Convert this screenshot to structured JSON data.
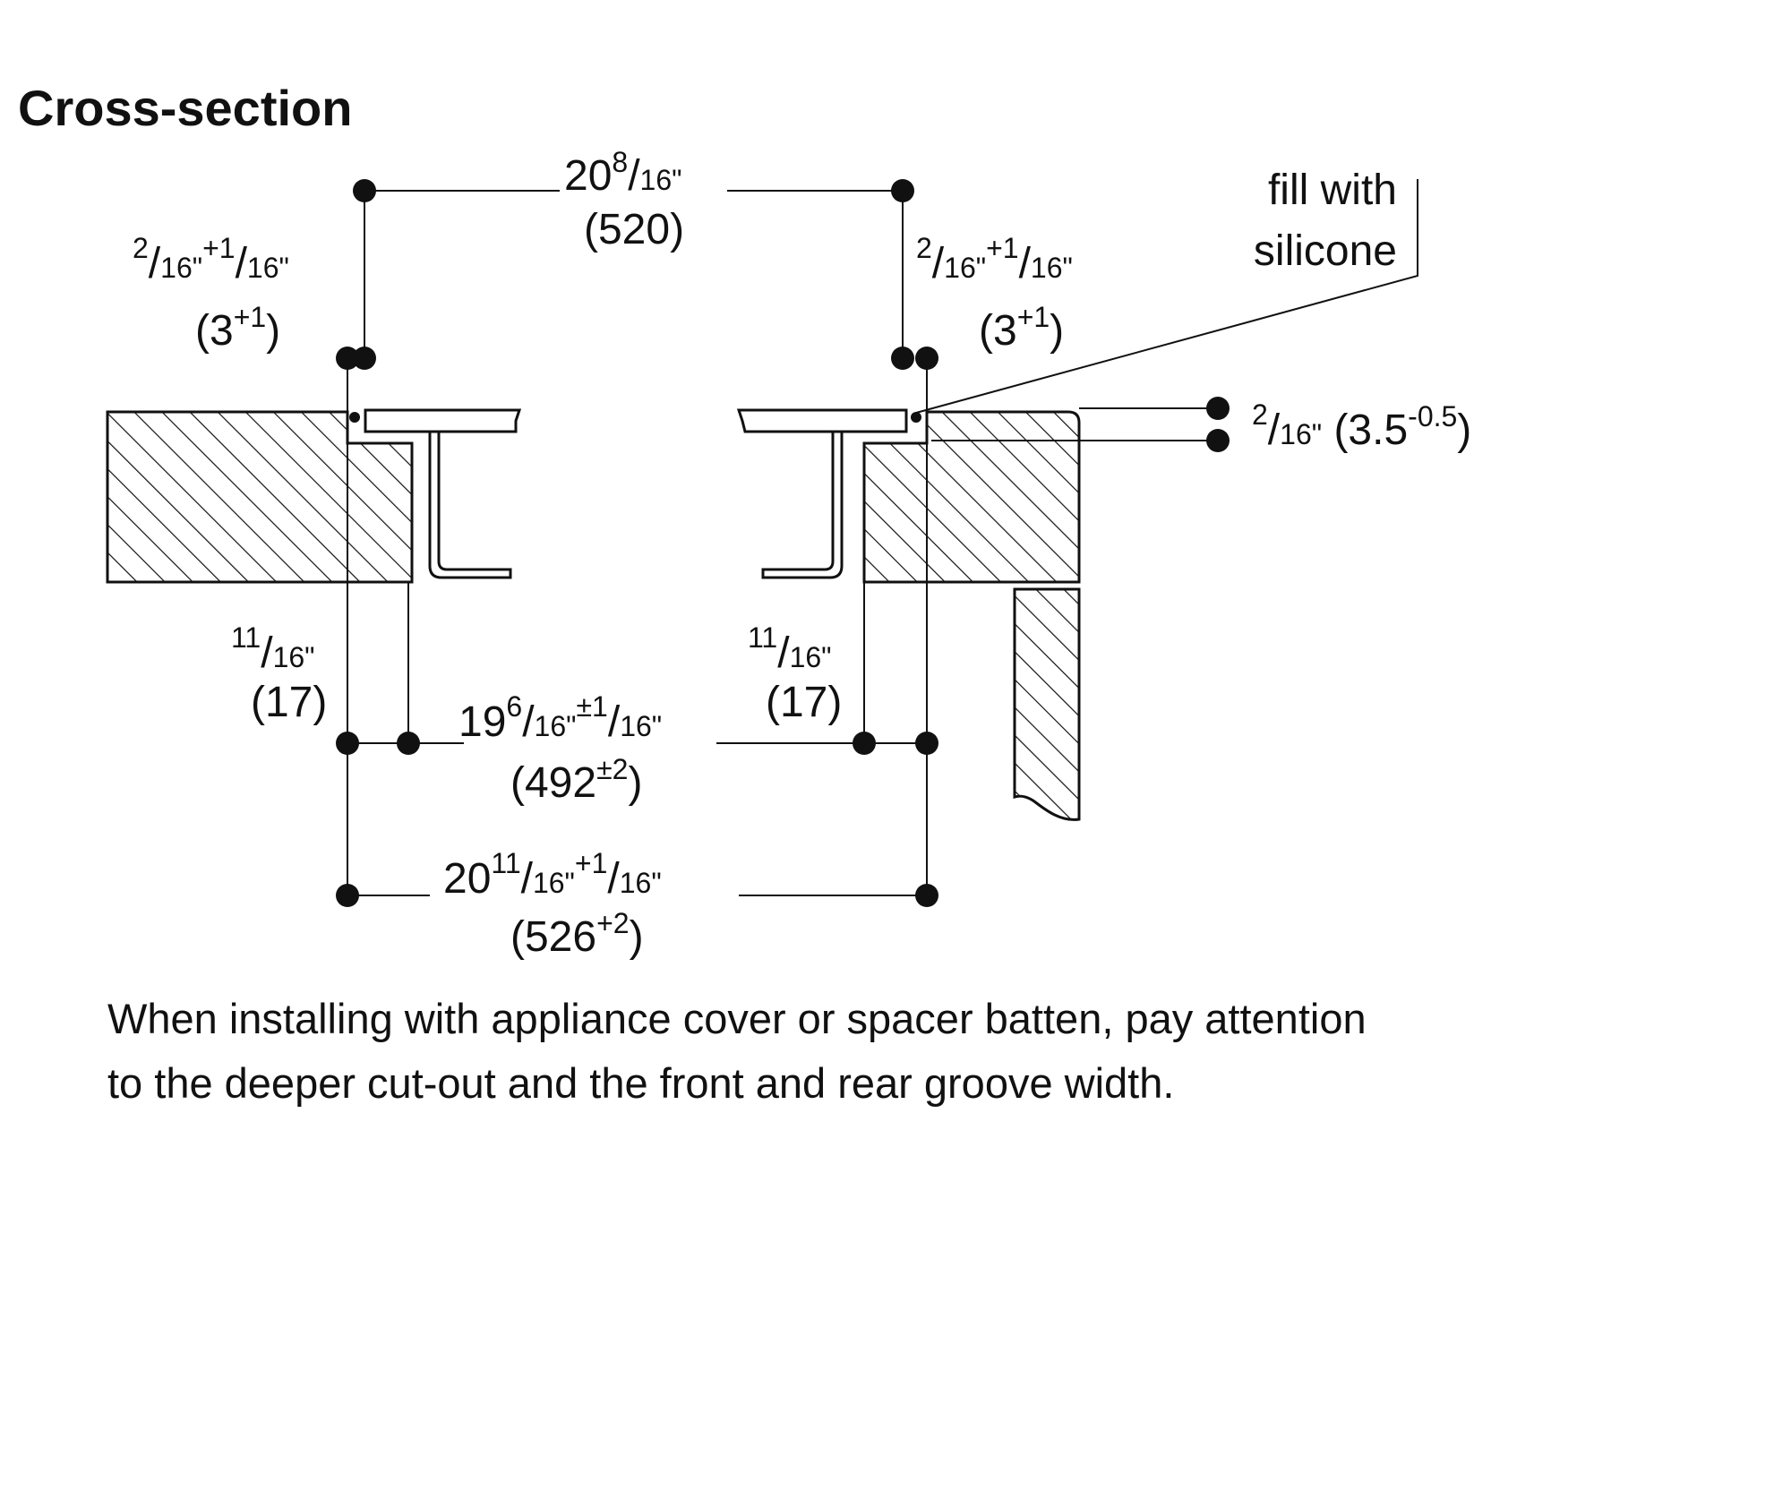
{
  "title": "Cross-section",
  "labels": {
    "top_width": {
      "whole": "20",
      "num": "8",
      "den": "16\"",
      "mm": "(520)"
    },
    "left_gap": {
      "n1": "2",
      "d1": "16\"",
      "tol": "+1",
      "d2": "16\"",
      "mm": "(3",
      "mm_sup": "+1",
      "mm_close": ")"
    },
    "right_gap": {
      "n1": "2",
      "d1": "16\"",
      "tol": "+1",
      "d2": "16\"",
      "mm": "(3",
      "mm_sup": "+1",
      "mm_close": ")"
    },
    "fill_note": {
      "line1": "fill with",
      "line2": "silicone"
    },
    "recess_depth": {
      "num": "2",
      "den": "16\"",
      "mm": "(3.5",
      "mm_sup": "-0.5",
      "mm_close": ")"
    },
    "left_frame": {
      "num": "11",
      "den": "16\"",
      "mm": "(17)"
    },
    "right_frame": {
      "num": "11",
      "den": "16\"",
      "mm": "(17)"
    },
    "inner_width": {
      "whole": "19",
      "num": "6",
      "den": "16\"",
      "tol": "±1",
      "den2": "16\"",
      "mm": "(492",
      "mm_sup": "±2",
      "mm_close": ")"
    },
    "cutout_width": {
      "whole": "20",
      "num": "11",
      "den": "16\"",
      "tol": "+1",
      "den2": "16\"",
      "mm": "(526",
      "mm_sup": "+2",
      "mm_close": ")"
    }
  },
  "note": [
    "When installing with appliance cover or spacer batten, pay attention",
    "to the deeper cut-out and the front and rear groove width."
  ]
}
